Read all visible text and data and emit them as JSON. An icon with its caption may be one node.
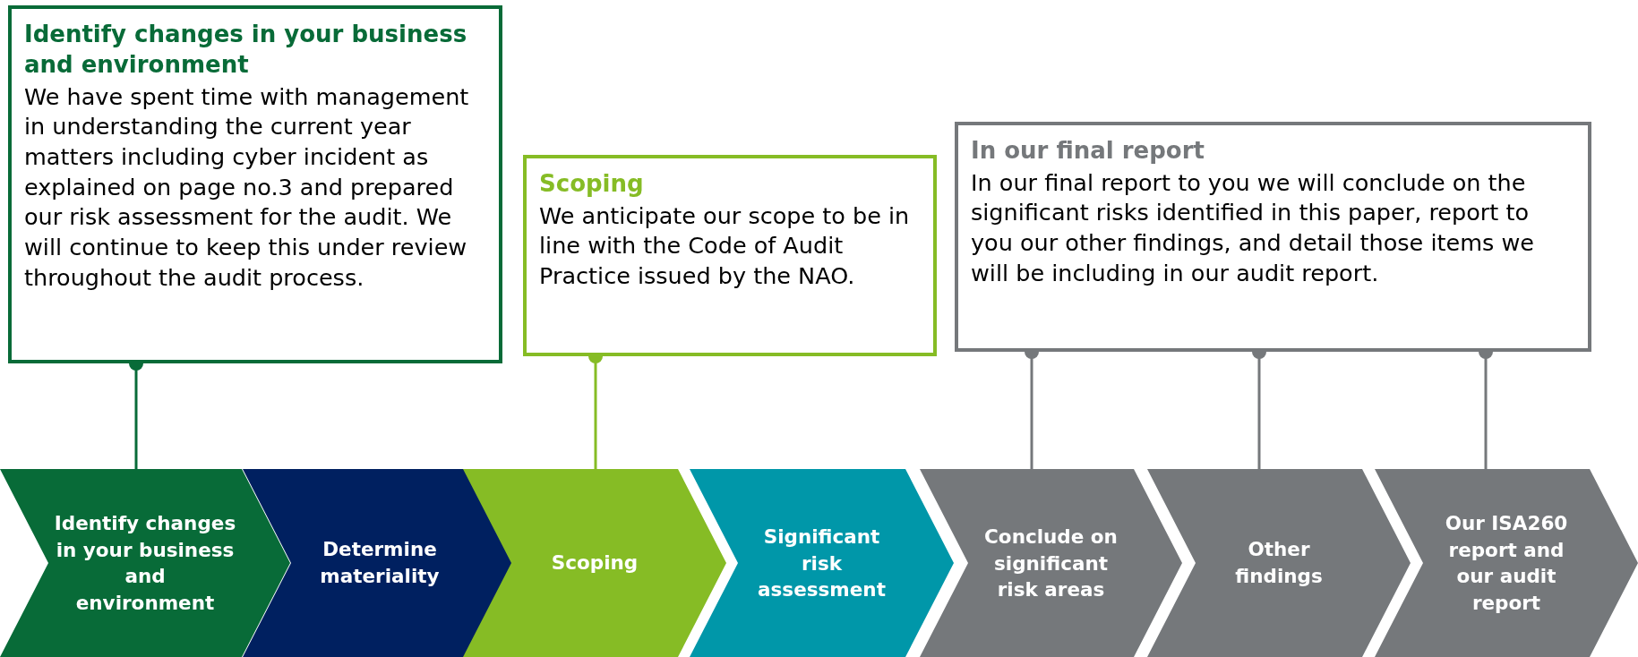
{
  "diagram": {
    "nodes": [
      {
        "text": [
          "Identify changes in your business and environment",
          "We have spent time with management in understanding the current year matters including cyber incident as explained on page no.3 and prepared our risk assessment for the audit. We will continue to keep this under review throughout the audit process."
        ]
      },
      {
        "text": [
          "Scoping",
          "We anticipate our scope to be in line with the Code of Audit Practice issued by the NAO."
        ]
      },
      {
        "text": [
          "In our final report",
          "In our final report to you we will conclude on the significant risks identified in this paper, report to you our other findings, and detail those items we will be including in our audit report."
        ]
      },
      {
        "text": [
          "Identify changes in your business and environment"
        ]
      },
      {
        "text": [
          "Determine materiality"
        ]
      },
      {
        "text": [
          "Scoping"
        ]
      },
      {
        "text": [
          "Significant risk assessment"
        ]
      },
      {
        "text": [
          "Conclude on significant risk areas"
        ]
      },
      {
        "text": [
          "Other findings"
        ]
      },
      {
        "text": [
          "Our ISA260 report and our audit report"
        ]
      }
    ],
    "edges": [
      {
        "from": 0,
        "to": 3,
        "arrow": "other",
        "color": "#086b38"
      },
      {
        "from": 1,
        "to": 5,
        "arrow": "other",
        "color": "#86bc25"
      },
      {
        "from": 2,
        "to": 7,
        "arrow": "other"
      },
      {
        "from": 2,
        "to": 8,
        "arrow": "other"
      },
      {
        "from": 2,
        "to": 9,
        "arrow": "other"
      }
    ]
  }
}
